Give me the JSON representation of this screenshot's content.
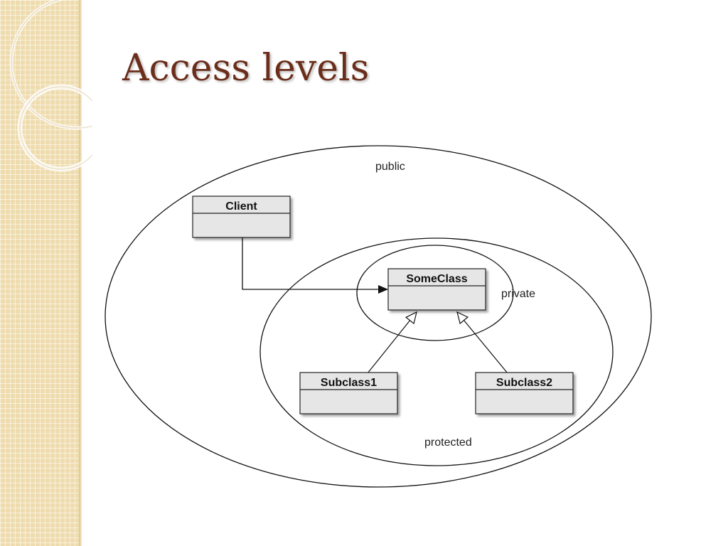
{
  "slide": {
    "title": "Access levels"
  },
  "diagram": {
    "scopes": {
      "public": "public",
      "protected": "protected",
      "private": "private"
    },
    "classes": {
      "client": "Client",
      "some_class": "SomeClass",
      "subclass1": "Subclass1",
      "subclass2": "Subclass2"
    }
  },
  "colors": {
    "title": "#6b2e1b",
    "side_panel": "#efdcae",
    "class_box_fill": "#e6e6e6",
    "line": "#111111"
  }
}
